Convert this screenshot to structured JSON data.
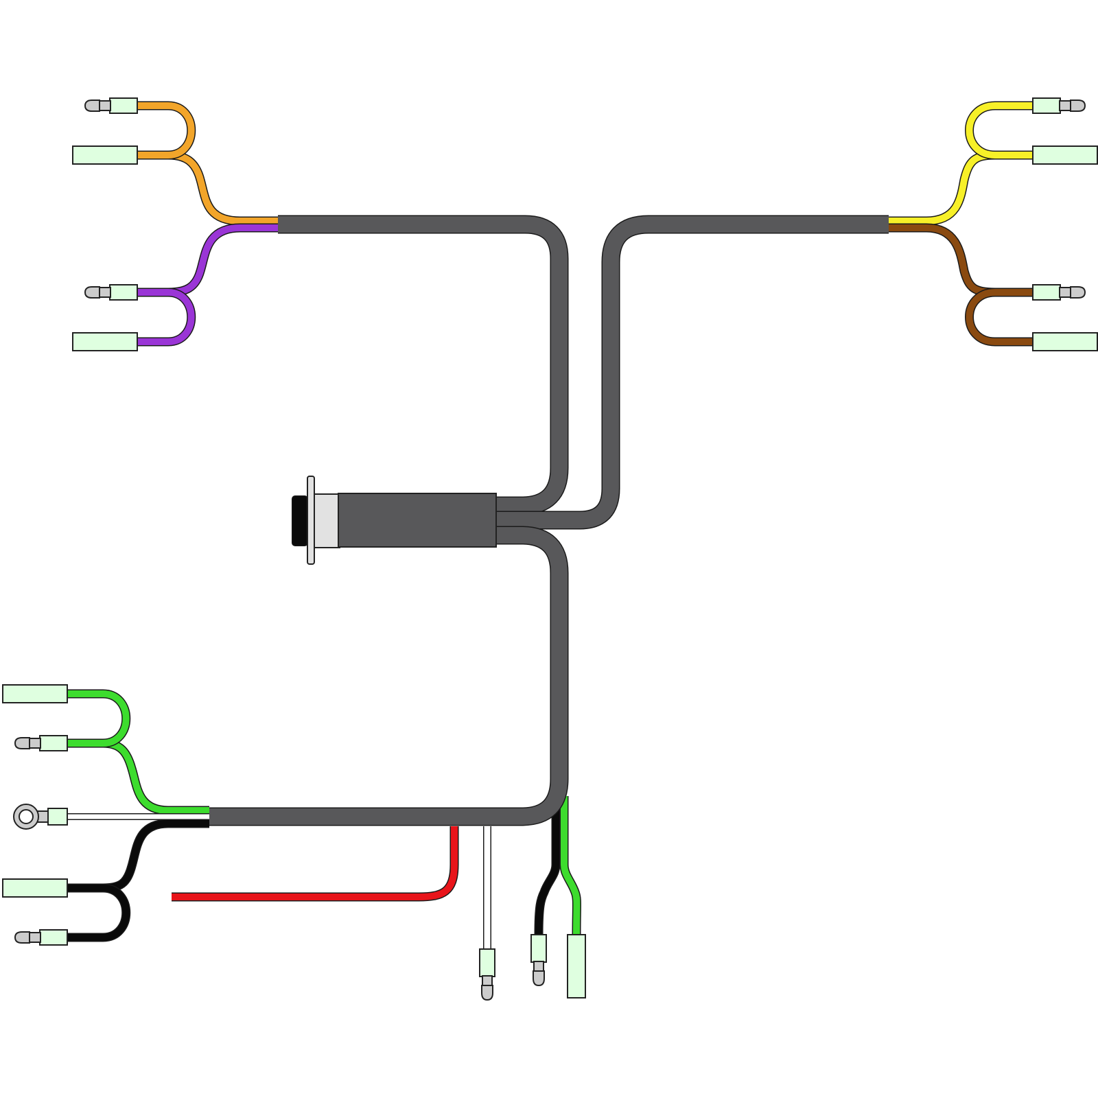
{
  "diagram": {
    "title": "",
    "type": "wiring-harness",
    "colors": {
      "sheath": "#58585a",
      "orange": "#f2a52a",
      "purple": "#9a35d6",
      "yellow": "#f7f028",
      "brown": "#8a4a10",
      "green": "#3ddc2e",
      "white": "#ffffff",
      "black": "#0a0a0a",
      "red": "#e8141a",
      "terminal_sleeve": "#dfffe0",
      "terminal_pin": "#cccccc"
    },
    "main_connector": {
      "label": "main-connector",
      "branches": [
        "upper-left",
        "upper-right",
        "lower"
      ]
    },
    "branches": [
      {
        "name": "upper-left",
        "wires": [
          {
            "color": "orange",
            "terminals": [
              "bullet",
              "flat-receptacle"
            ]
          },
          {
            "color": "purple",
            "terminals": [
              "bullet",
              "flat-receptacle"
            ]
          }
        ]
      },
      {
        "name": "upper-right",
        "wires": [
          {
            "color": "yellow",
            "terminals": [
              "bullet",
              "flat-receptacle"
            ]
          },
          {
            "color": "brown",
            "terminals": [
              "bullet",
              "flat-receptacle"
            ]
          }
        ]
      },
      {
        "name": "lower-left",
        "wires": [
          {
            "color": "green",
            "terminals": [
              "flat-receptacle",
              "bullet"
            ]
          },
          {
            "color": "white",
            "terminals": [
              "ring"
            ]
          },
          {
            "color": "black",
            "terminals": [
              "flat-receptacle",
              "bullet"
            ]
          }
        ]
      },
      {
        "name": "lower-drops",
        "wires": [
          {
            "color": "red",
            "terminals": [
              "open-end"
            ]
          },
          {
            "color": "white",
            "terminals": [
              "bullet"
            ]
          },
          {
            "color": "black",
            "terminals": [
              "bullet"
            ]
          },
          {
            "color": "green",
            "terminals": [
              "flat-receptacle"
            ]
          }
        ]
      }
    ]
  }
}
